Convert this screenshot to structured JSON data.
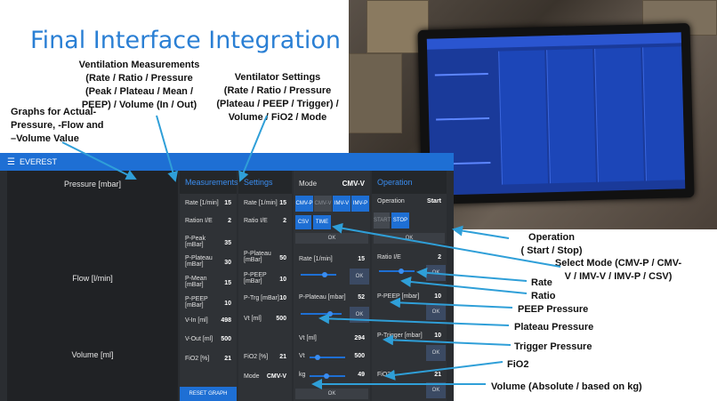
{
  "slide_title": "Final Interface Integration",
  "annotations": {
    "graphs": [
      "Graphs for Actual-",
      "Pressure, -Flow and",
      "–Volume Value"
    ],
    "measurements": [
      "Ventilation Measurements",
      "(Rate / Ratio / Pressure",
      "(Peak / Plateau / Mean /",
      "PEEP) / Volume (In / Out)"
    ],
    "settings": [
      "Ventilator Settings",
      "(Rate / Ratio / Pressure",
      "(Plateau / PEEP / Trigger) /",
      "Volume / FiO2 / Mode"
    ],
    "operation": [
      "Operation",
      "( Start / Stop)"
    ],
    "select_mode": [
      "Select Mode (CMV-P / CMV-",
      "V / IMV-V / IMV-P / CSV)"
    ],
    "rate": "Rate",
    "ratio": "Ratio",
    "peep": "PEEP Pressure",
    "plateau": "Plateau Pressure",
    "trigger": "Trigger Pressure",
    "fio2": "FiO2",
    "volume": "Volume (Absolute / based on kg)"
  },
  "app": {
    "title": "EVEREST",
    "graphs": {
      "pressure": "Pressure [mbar]",
      "flow": "Flow [l/min]",
      "volume": "Volume [ml]"
    },
    "measurements": {
      "heading": "Measurements",
      "rows": [
        {
          "label": "Rate [1/min]",
          "value": "15"
        },
        {
          "label": "Ration I/E",
          "value": "2"
        },
        {
          "label": "P-Peak [mBar]",
          "value": "35"
        },
        {
          "label": "P-Plateau [mBar]",
          "value": "30"
        },
        {
          "label": "P-Mean [mBar]",
          "value": "15"
        },
        {
          "label": "P-PEEP [mBar]",
          "value": "10"
        },
        {
          "label": "V-In [ml]",
          "value": "498"
        },
        {
          "label": "V-Out [ml]",
          "value": "500"
        },
        {
          "label": "FiO2 [%]",
          "value": "21"
        }
      ],
      "reset_button": "RESET GRAPH"
    },
    "settings": {
      "heading": "Settings",
      "rows": [
        {
          "label": "Rate [1/min]",
          "value": "15"
        },
        {
          "label": "Ratio I/E",
          "value": "2"
        },
        {
          "label": "P-Plateau [mBar]",
          "value": "50"
        },
        {
          "label": "P-PEEP [mBar]",
          "value": "10"
        },
        {
          "label": "P-Trg [mBar]",
          "value": "10"
        },
        {
          "label": "Vt [ml]",
          "value": "500"
        },
        {
          "label": "FiO2 [%]",
          "value": "21"
        },
        {
          "label": "Mode",
          "value": "CMV-V"
        }
      ]
    },
    "mode": {
      "label": "Mode",
      "value": "CMV-V",
      "buttons": [
        "CMV-P",
        "CMV-V",
        "IMV-V",
        "IMV-P",
        "CSV",
        "TIME"
      ],
      "ok": "OK",
      "rate": {
        "label": "Rate [1/min]",
        "value": "15"
      },
      "plateau": {
        "label": "P-Plateau [mbar]",
        "value": "52"
      },
      "vt": {
        "label": "Vt [ml]",
        "value": "294"
      },
      "vt_slider": {
        "label": "Vt",
        "value": "500"
      },
      "kg_slider": {
        "label": "kg",
        "value": "49"
      }
    },
    "operation": {
      "heading": "Operation",
      "label": "Operation",
      "value": "Start",
      "start": "START",
      "stop": "STOP",
      "ok": "OK",
      "ratio": {
        "label": "Ratio I/E",
        "value": "2"
      },
      "peep": {
        "label": "P-PEEP [mbar]",
        "value": "10"
      },
      "trigger": {
        "label": "P-Trigger [mbar]",
        "value": "10"
      },
      "fio2": {
        "label": "FiO2",
        "value": "21"
      }
    }
  },
  "colors": {
    "title": "#2a7fd4",
    "accent": "#1e6fd4",
    "panel": "#2f3236",
    "arrow": "#2f9fd8"
  }
}
